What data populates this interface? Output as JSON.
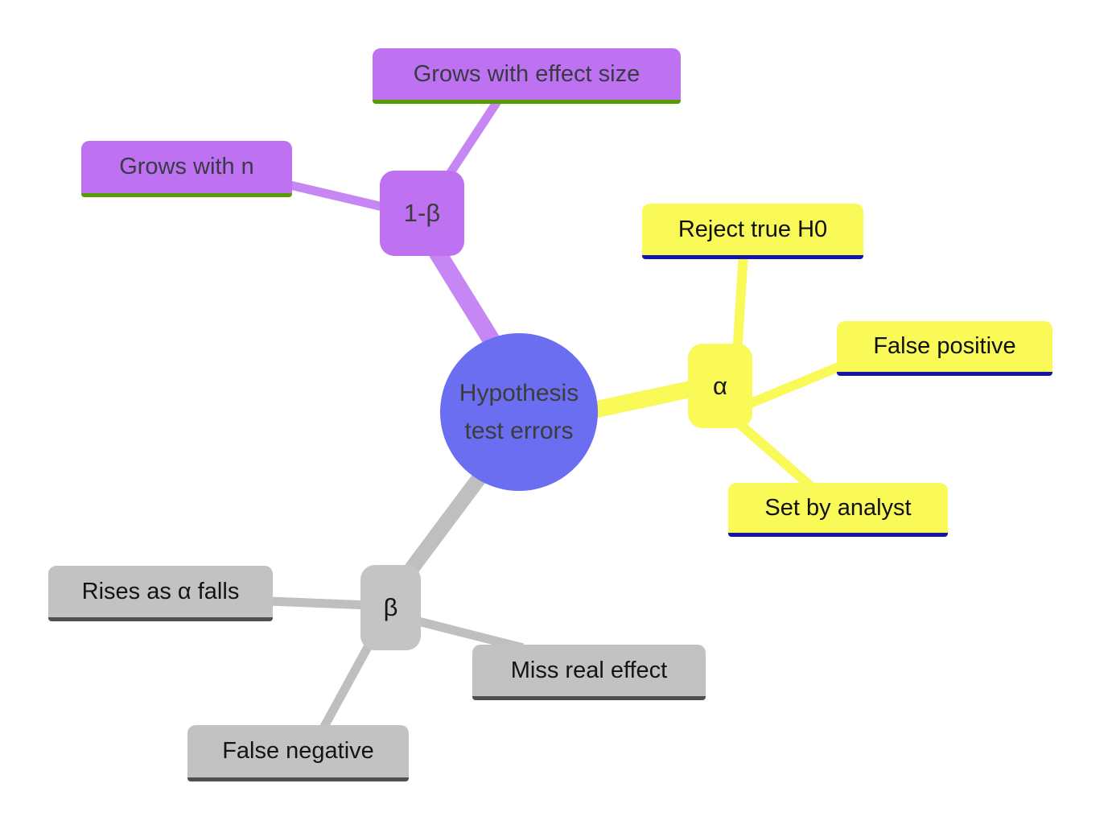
{
  "mindmap": {
    "root": {
      "line1": "Hypothesis",
      "line2": "test errors"
    },
    "power": {
      "node_label": "1-β",
      "grows_n": "Grows with n",
      "grows_effect": "Grows with effect size"
    },
    "alpha": {
      "node_label": "α",
      "reject": "Reject true H0",
      "false_positive": "False positive",
      "set_analyst": "Set by analyst"
    },
    "beta": {
      "node_label": "β",
      "rises": "Rises as α falls",
      "miss": "Miss real effect",
      "false_negative": "False negative"
    },
    "colors": {
      "root_fill": "#6B6EF0",
      "purple_fill": "#BE72F1",
      "purple_edge": "#C687F4",
      "green_underline": "#569B00",
      "yellow_fill": "#F9F957",
      "yellow_edge": "#F9F957",
      "navy_underline": "#1414A6",
      "gray_fill": "#C2C2C2",
      "gray_edge": "#BFBFBF",
      "dark_gray_underline": "#4F4F4F",
      "background": "#FFFFFF"
    }
  }
}
